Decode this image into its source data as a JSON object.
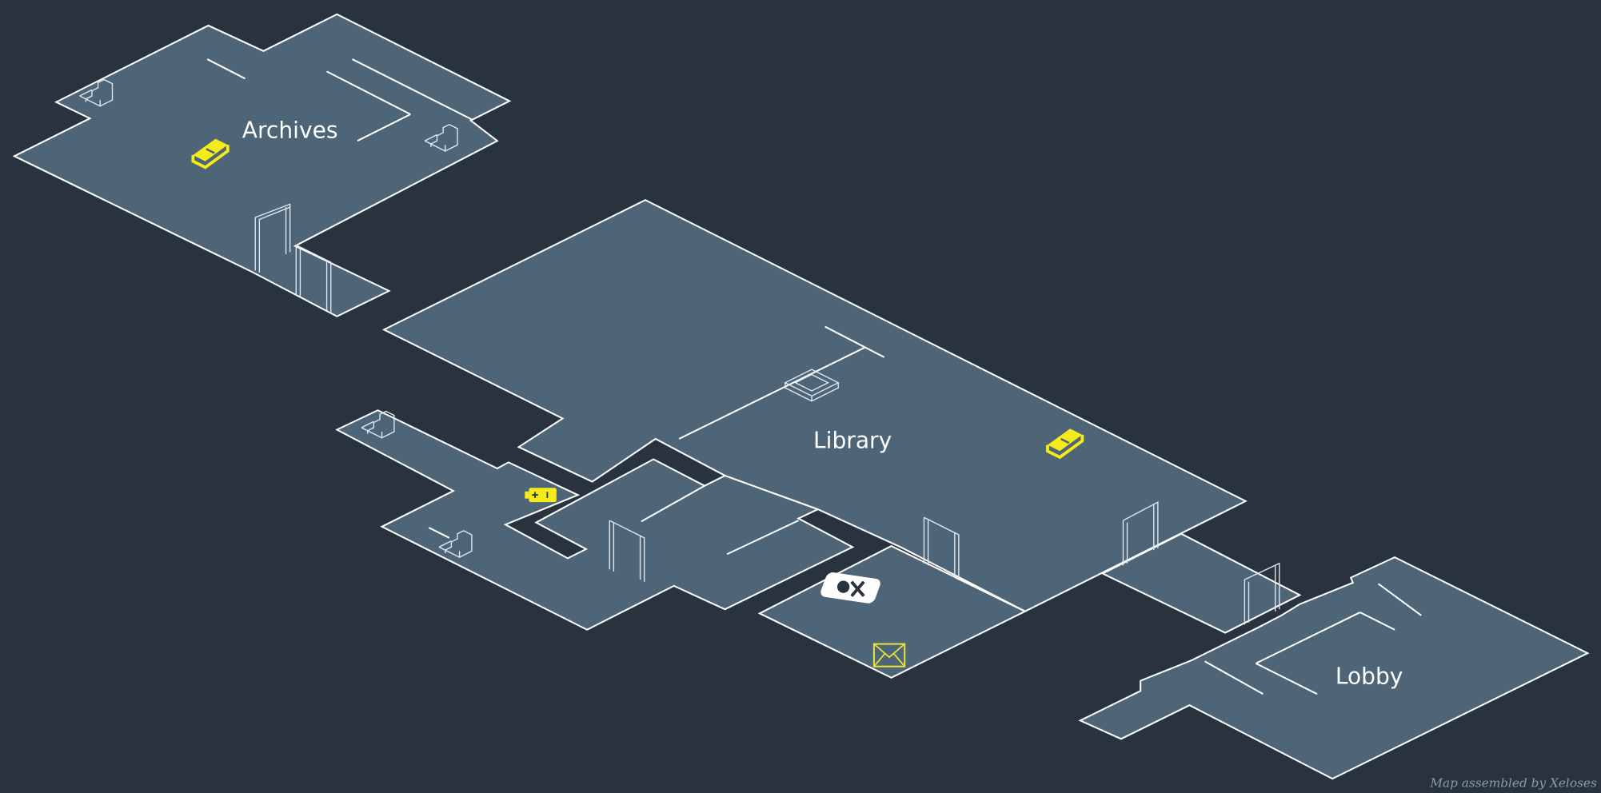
{
  "rooms": {
    "archives": "Archives",
    "library": "Library",
    "lobby": "Lobby"
  },
  "credit": "Map assembled by Xeloses",
  "icons": [
    "book-icon",
    "battery-icon",
    "skull-crossbones-icon",
    "envelope-icon",
    "stairs-icon",
    "door-icon",
    "elevator-icon"
  ],
  "colors": {
    "background": "#29333f",
    "floor": "#4d6577",
    "wall": "#ffffff",
    "item": "#f5ea1a"
  }
}
